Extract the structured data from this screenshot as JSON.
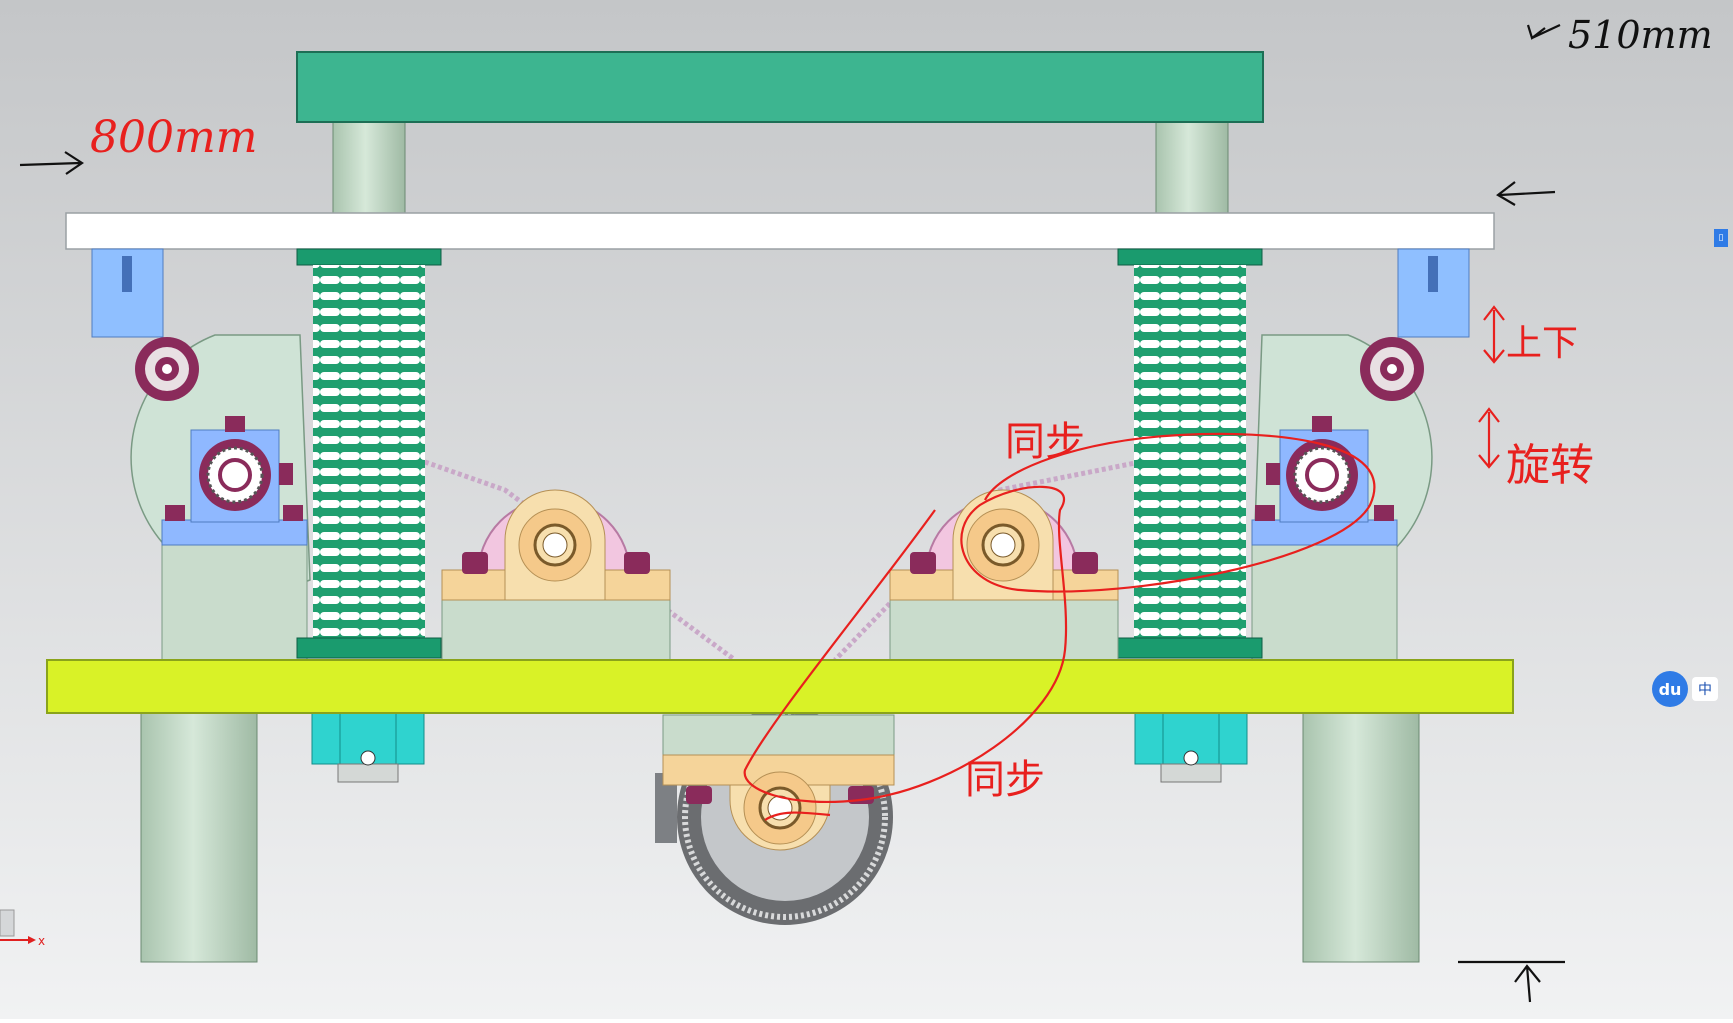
{
  "annotations": {
    "width_label": "800mm",
    "depth_label": "510mm",
    "updown_label": "上下",
    "rotate_label": "旋转",
    "sync_label_top": "同步",
    "sync_label_bottom": "同步"
  },
  "axis": {
    "x_label": "x"
  },
  "ime": {
    "logo": "du",
    "mode": "中"
  },
  "colors": {
    "top_plate": "#3db590",
    "white_plate": "#ffffff",
    "base_plate": "#d9f227",
    "column": "#c7dcc9",
    "spring_collar": "#1a9b6e",
    "bearing_block": "#f5d49a",
    "gear_pink": "#f2c6e0",
    "bracket_blue": "#8fb8ff",
    "ink_red": "#e8201e",
    "ink_black": "#111111"
  }
}
